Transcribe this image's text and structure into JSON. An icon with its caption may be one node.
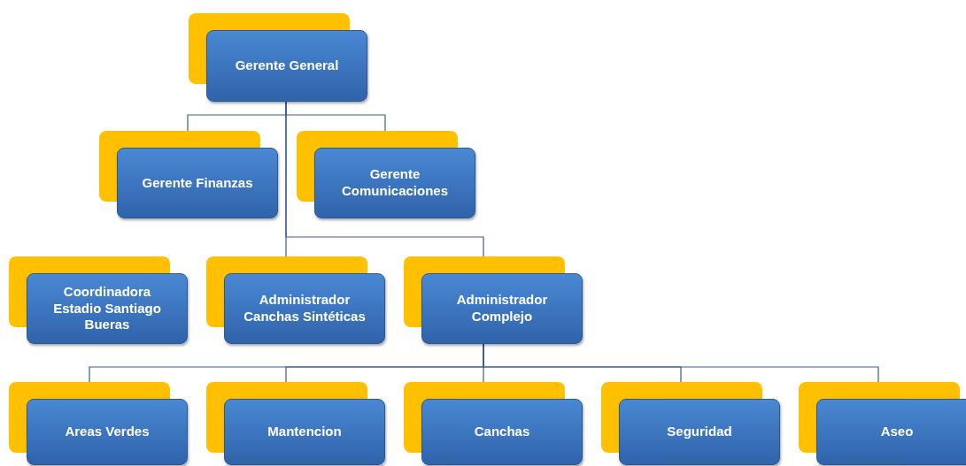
{
  "diagram": {
    "nodes": [
      {
        "text": [
          "Gerente General"
        ]
      },
      {
        "text": [
          "Gerente Finanzas"
        ]
      },
      {
        "text": [
          "Gerente Comunicaciones"
        ]
      },
      {
        "text": [
          "Coordinadora Estadio Santiago Bueras"
        ]
      },
      {
        "text": [
          "Administrador Canchas Sintéticas"
        ]
      },
      {
        "text": [
          "Administrador Complejo"
        ]
      },
      {
        "text": [
          "Areas Verdes"
        ]
      },
      {
        "text": [
          "Mantencion"
        ]
      },
      {
        "text": [
          "Canchas"
        ]
      },
      {
        "text": [
          "Seguridad"
        ]
      },
      {
        "text": [
          "Aseo"
        ]
      }
    ],
    "edges": [
      {
        "from": 0,
        "to": 1,
        "arrow": "none"
      },
      {
        "from": 0,
        "to": 2,
        "arrow": "none"
      },
      {
        "from": 0,
        "to": 4,
        "arrow": "none"
      },
      {
        "from": 0,
        "to": 5,
        "arrow": "none"
      },
      {
        "from": 5,
        "to": 6,
        "arrow": "none"
      },
      {
        "from": 5,
        "to": 7,
        "arrow": "none"
      },
      {
        "from": 5,
        "to": 8,
        "arrow": "none"
      },
      {
        "from": 5,
        "to": 9,
        "arrow": "none"
      },
      {
        "from": 5,
        "to": 10,
        "arrow": "none"
      }
    ]
  }
}
